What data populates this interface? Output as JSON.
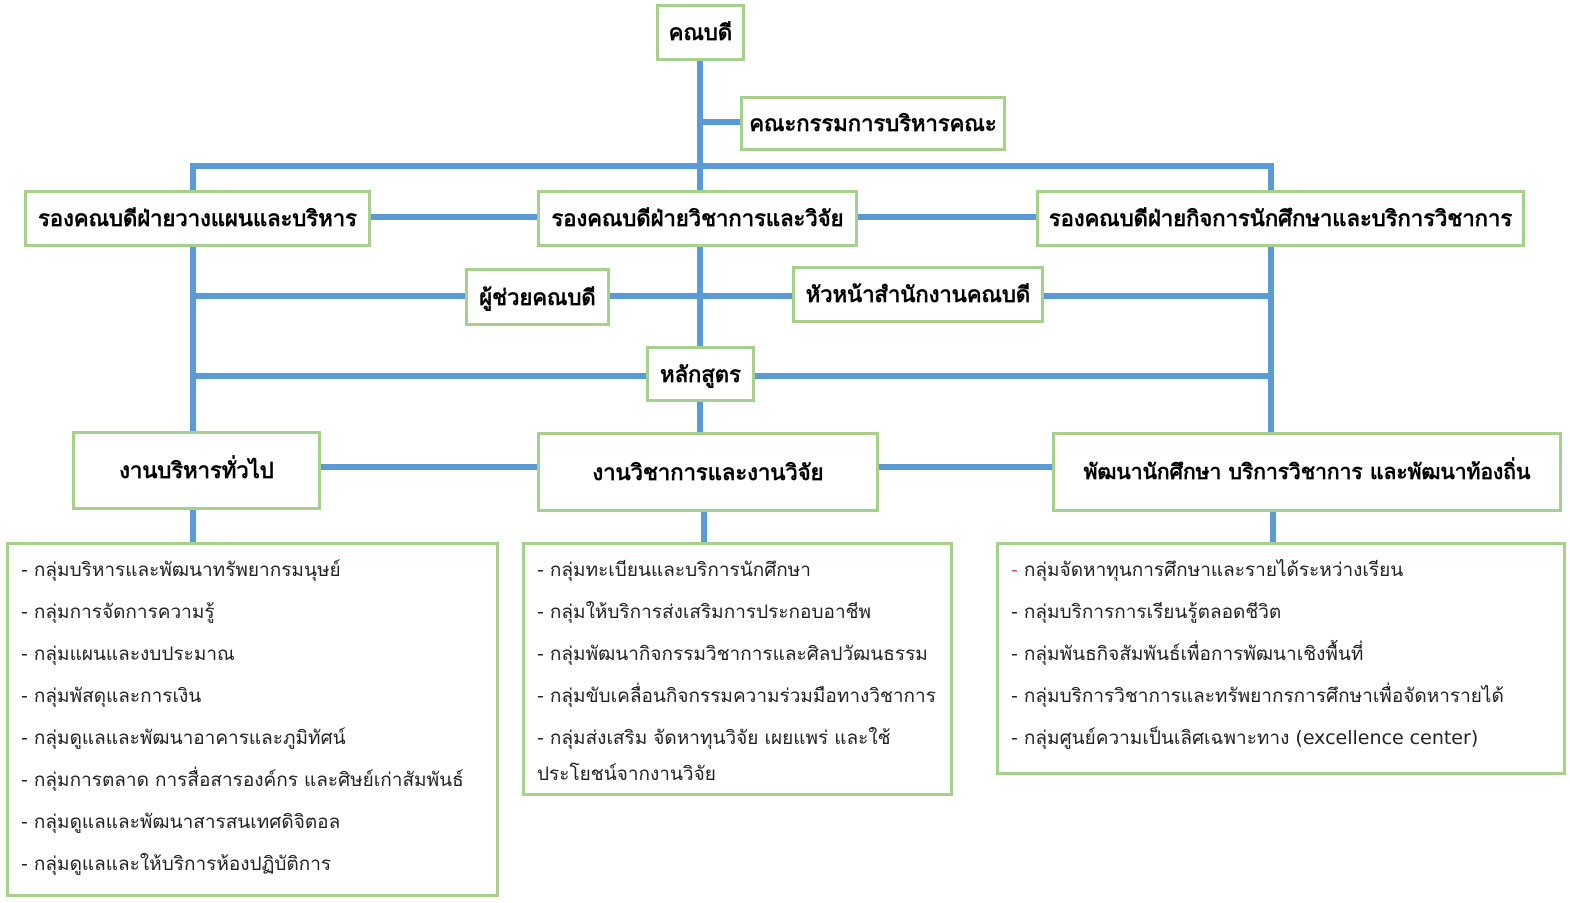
{
  "colors": {
    "connector": "#5b9bd5",
    "box_border": "#a8d08d",
    "text": "#000000",
    "first_dash_right_list": "#c0504d"
  },
  "nodes": {
    "dean": "คณบดี",
    "committee": "คณะกรรมการบริหารคณะ",
    "vp_planning": "รองคณบดีฝ่ายวางแผนและบริหาร",
    "vp_academic": "รองคณบดีฝ่ายวิชาการและวิจัย",
    "vp_student": "รองคณบดีฝ่ายกิจการนักศึกษาและบริการวิชาการ",
    "assistant_dean": "ผู้ช่วยคณบดี",
    "office_head": "หัวหน้าสำนักงานคณบดี",
    "curriculum": "หลักสูตร",
    "admin_dept": "งานบริหารทั่วไป",
    "academic_dept": "งานวิชาการและงานวิจัย",
    "student_dept": "พัฒนานักศึกษา บริการวิชาการ และพัฒนาท้องถิ่น"
  },
  "lists": {
    "admin": [
      "- กลุ่มบริหารและพัฒนาทรัพยากรมนุษย์",
      "- กลุ่มการจัดการความรู้",
      "- กลุ่มแผนและงบประมาณ",
      "- กลุ่มพัสดุและการเงิน",
      "- กลุ่มดูแลและพัฒนาอาคารและภูมิทัศน์",
      "- กลุ่มการตลาด การสื่อสารองค์กร และศิษย์เก่าสัมพันธ์",
      "- กลุ่มดูแลและพัฒนาสารสนเทศดิจิตอล",
      "- กลุ่มดูแลและให้บริการห้องปฏิบัติการ"
    ],
    "academic": [
      "- กลุ่มทะเบียนและบริการนักศึกษา",
      "- กลุ่มให้บริการส่งเสริมการประกอบอาชีพ",
      "- กลุ่มพัฒนากิจกรรมวิชาการและศิลปวัฒนธรรม",
      "- กลุ่มขับเคลื่อนกิจกรรมความร่วมมือทางวิชาการ",
      "- กลุ่มส่งเสริม จัดหาทุนวิจัย เผยแพร่ และใช้ประโยชน์จากงานวิจัย"
    ],
    "student": [
      "- กลุ่มจัดหาทุนการศึกษาและรายได้ระหว่างเรียน",
      "- กลุ่มบริการการเรียนรู้ตลอดชีวิต",
      "- กลุ่มพันธกิจสัมพันธ์เพื่อการพัฒนาเชิงพื้นที่",
      "- กลุ่มบริการวิชาการและทรัพยากรการศึกษาเพื่อจัดหารายได้",
      "- กลุ่มศูนย์ความเป็นเลิศเฉพาะทาง (excellence center)"
    ]
  }
}
